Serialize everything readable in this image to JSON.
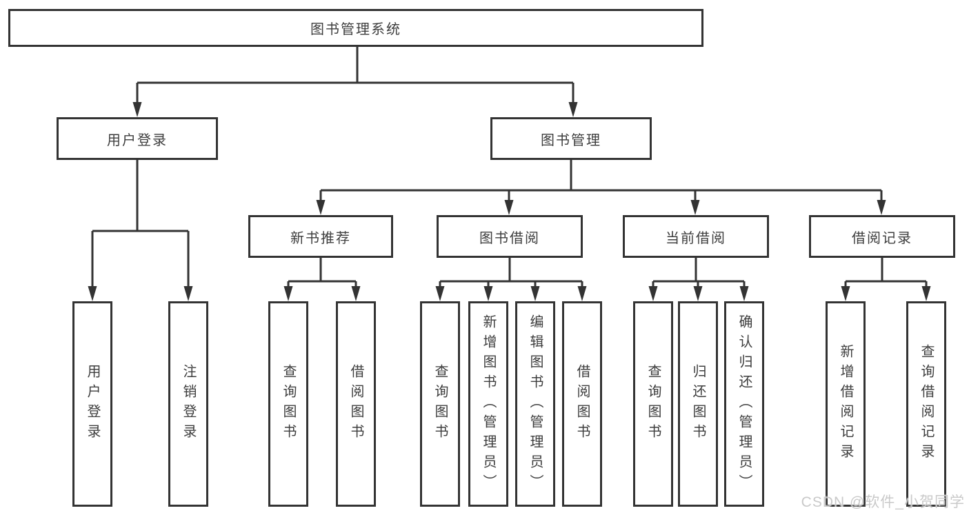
{
  "tree": {
    "root": {
      "label": "图书管理系统",
      "children": [
        {
          "label": "用户登录",
          "children": [
            {
              "label": "用户登录"
            },
            {
              "label": "注销登录"
            }
          ]
        },
        {
          "label": "图书管理",
          "children": [
            {
              "label": "新书推荐",
              "children": [
                {
                  "label": "查询图书"
                },
                {
                  "label": "借阅图书"
                }
              ]
            },
            {
              "label": "图书借阅",
              "children": [
                {
                  "label": "查询图书"
                },
                {
                  "label": "新增图书（管理员）"
                },
                {
                  "label": "编辑图书（管理员）"
                },
                {
                  "label": "借阅图书"
                }
              ]
            },
            {
              "label": "当前借阅",
              "children": [
                {
                  "label": "查询图书"
                },
                {
                  "label": "归还图书"
                },
                {
                  "label": "确认归还（管理员）"
                }
              ]
            },
            {
              "label": "借阅记录",
              "children": [
                {
                  "label": "新增借阅记录"
                },
                {
                  "label": "查询借阅记录"
                }
              ]
            }
          ]
        }
      ]
    }
  },
  "watermark": {
    "text": "CSDN @软件_小贺同学"
  },
  "colors": {
    "line": "#333333",
    "box_border": "#333333",
    "text": "#3d3d3d",
    "watermark": "#c9c9c9",
    "background": "#ffffff"
  }
}
